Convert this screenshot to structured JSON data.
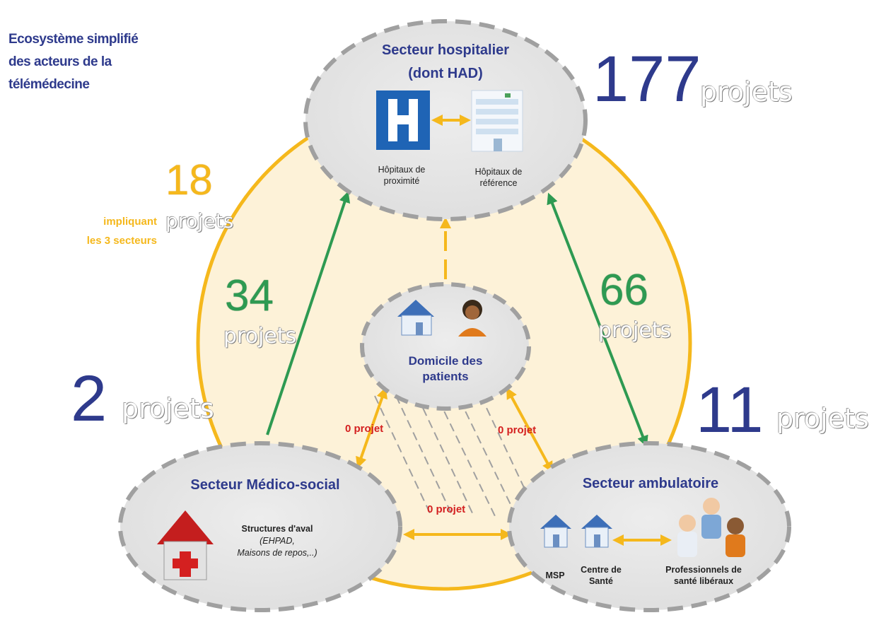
{
  "title_lines": [
    "Ecosystème simplifié",
    "des acteurs de la",
    "télémédecine"
  ],
  "hospital": {
    "title_line1": "Secteur hospitalier",
    "title_line2": "(dont HAD)",
    "icon_letter": "H",
    "proximite": [
      "Hôpitaux de",
      "proximité"
    ],
    "reference": [
      "Hôpitaux de",
      "référence"
    ]
  },
  "domicile": {
    "line1": "Domicile des",
    "line2": "patients"
  },
  "medico": {
    "title": "Secteur Médico-social",
    "structures": "Structures d'aval",
    "examples1": "(EHPAD,",
    "examples2": "Maisons de repos,..)"
  },
  "ambulatoire": {
    "title": "Secteur ambulatoire",
    "msp": "MSP",
    "centre": [
      "Centre de",
      "Santé"
    ],
    "pros": [
      "Professionnels de",
      "santé libéraux"
    ]
  },
  "counts": {
    "hospital_number": "177",
    "hospital_word": "projets",
    "three_number": "18",
    "three_word": "projets",
    "three_note1": "impliquant",
    "three_note2": "les 3 secteurs",
    "med_hosp_number": "34",
    "med_hosp_word": "projets",
    "amb_hosp_number": "66",
    "amb_hosp_word": "projets",
    "medico_number": "2",
    "medico_word": "projets",
    "amb_number": "11",
    "amb_word": "projets"
  },
  "zero_labels": {
    "left": "0 projet",
    "right": "0 projet",
    "bottom": "0 projet"
  },
  "colors": {
    "blue": "#2e3a8c",
    "orange": "#f5b81c",
    "green": "#2e9a52",
    "red": "#d42020",
    "bubble": "#e6e6e6",
    "dash": "#a0a0a0"
  }
}
